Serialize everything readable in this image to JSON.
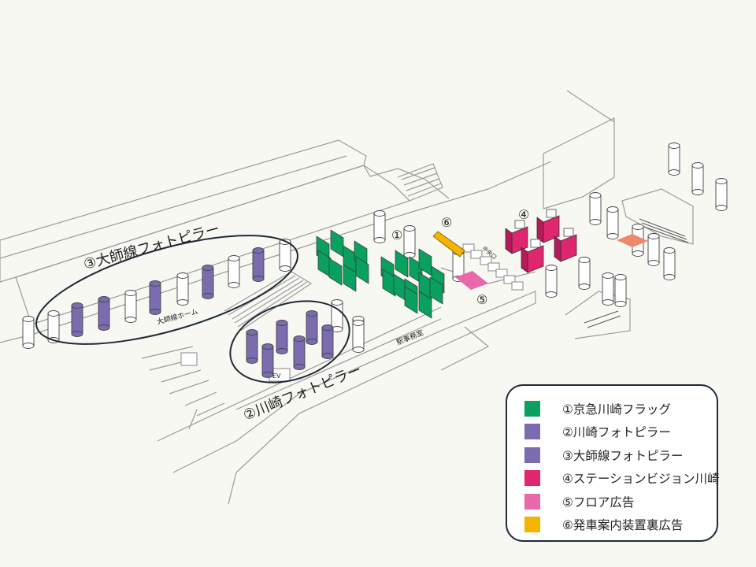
{
  "callouts": {
    "c1": "①",
    "c4": "④",
    "c5": "⑤",
    "c6": "⑥",
    "group3": "③大師線フォトピラー",
    "group2": "②川崎フォトピラー"
  },
  "floor_labels": {
    "daishi_home": "大師線ホーム",
    "station_office": "駅事務室",
    "central_gate": "中央口",
    "elevator": "EV"
  },
  "colors": {
    "green": "#0aa060",
    "purple": "#7b6cb0",
    "crimson": "#e0266e",
    "pink": "#e868a8",
    "yellow": "#f4b400",
    "floor_line": "#9a9a9a",
    "ellipse": "#1e2a35",
    "background": "#f8f8f3"
  },
  "legend": {
    "items": [
      {
        "label": "①京急川崎フラッグ",
        "color": "#0aa060"
      },
      {
        "label": "②川崎フォトピラー",
        "color": "#7b6cb0"
      },
      {
        "label": "③大師線フォトピラー",
        "color": "#7b6cb0"
      },
      {
        "label": "④ステーションビジョン川崎",
        "color": "#e0266e"
      },
      {
        "label": "⑤フロア広告",
        "color": "#e868a8"
      },
      {
        "label": "⑥発車案内装置裏広告",
        "color": "#f4b400"
      }
    ]
  }
}
